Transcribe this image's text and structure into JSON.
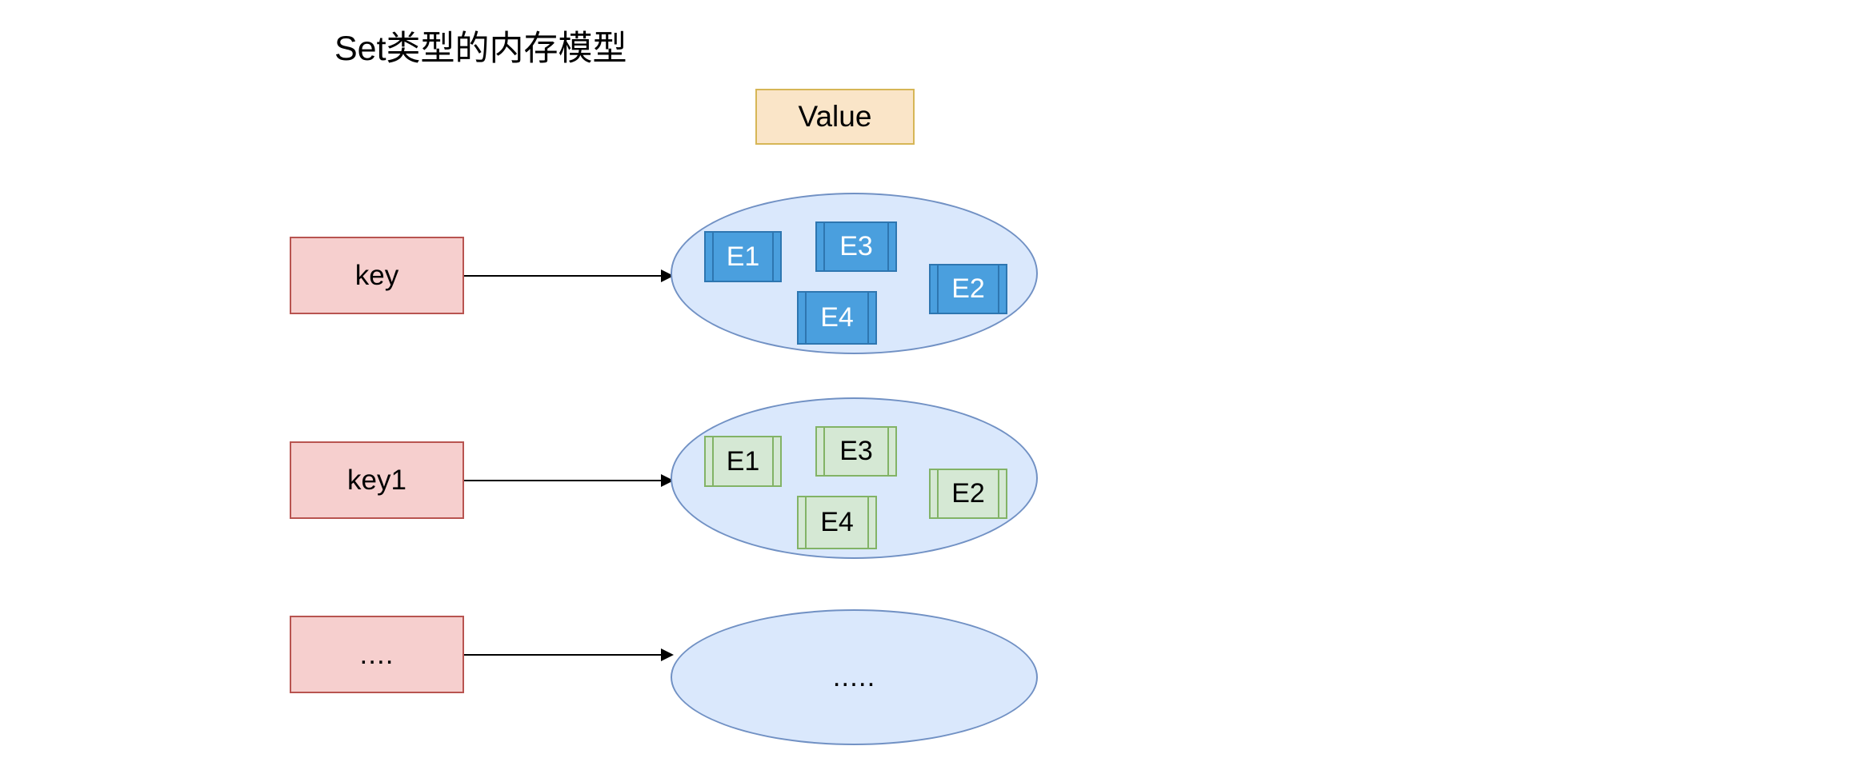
{
  "diagram": {
    "title": "Set类型的内存模型",
    "legend": {
      "value_label": "Value",
      "value_fill": "#FAE5C8",
      "value_border": "#D6B656"
    },
    "colors": {
      "key_fill": "#F6CFCE",
      "key_border": "#B85450",
      "ellipse_fill": "#DAE8FC",
      "ellipse_border": "#7191C4",
      "element_blue_fill": "#4A9FDE",
      "element_blue_border": "#2E76B0",
      "element_green_fill": "#D5E8D4",
      "element_green_border": "#82B366",
      "arrow": "#000000",
      "text": "#000000",
      "background": "#FFFFFF"
    },
    "rows": [
      {
        "key_label": "key",
        "set_label": "",
        "element_style": "blue",
        "elements": [
          {
            "label": "E1"
          },
          {
            "label": "E3"
          },
          {
            "label": "E2"
          },
          {
            "label": "E4"
          }
        ]
      },
      {
        "key_label": "key1",
        "set_label": "",
        "element_style": "green",
        "elements": [
          {
            "label": "E1"
          },
          {
            "label": "E3"
          },
          {
            "label": "E2"
          },
          {
            "label": "E4"
          }
        ]
      },
      {
        "key_label": "....",
        "set_label": ".....",
        "element_style": "none",
        "elements": []
      }
    ]
  }
}
